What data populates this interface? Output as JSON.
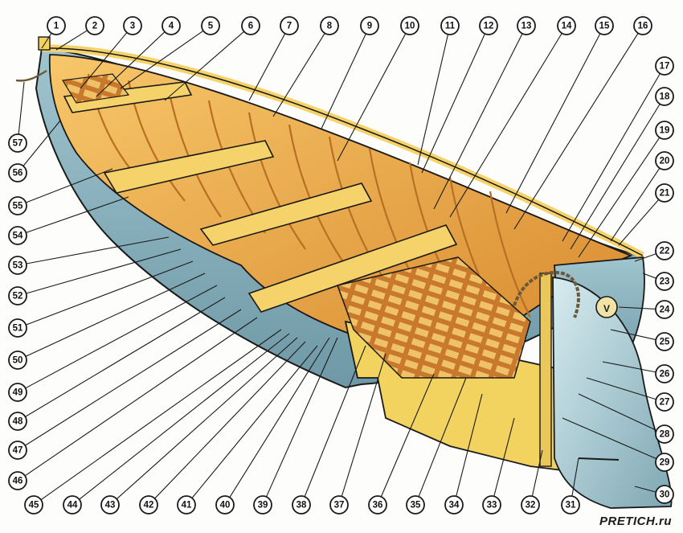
{
  "figure": {
    "subject": "boat-cutaway",
    "colors": {
      "hull_outer": "#9fc5cf",
      "hull_shadow": "#6f98a6",
      "interior_wood": "#f2b85a",
      "interior_dark": "#d9892e",
      "thwart": "#f6d36a",
      "keel_yellow": "#f3d35f",
      "grating": "#c9792c",
      "rudder": "#a9cdd6",
      "outline": "#1a1a1a"
    },
    "callouts": [
      "1",
      "2",
      "3",
      "4",
      "5",
      "6",
      "7",
      "8",
      "9",
      "10",
      "11",
      "12",
      "13",
      "14",
      "15",
      "16",
      "17",
      "18",
      "19",
      "20",
      "21",
      "22",
      "23",
      "24",
      "25",
      "26",
      "27",
      "28",
      "29",
      "30",
      "31",
      "32",
      "33",
      "34",
      "35",
      "36",
      "37",
      "38",
      "39",
      "40",
      "41",
      "42",
      "43",
      "44",
      "45",
      "46",
      "47",
      "48",
      "49",
      "50",
      "51",
      "52",
      "53",
      "54",
      "55",
      "56",
      "57"
    ]
  },
  "watermark": {
    "text": "PRETICH.ru"
  }
}
